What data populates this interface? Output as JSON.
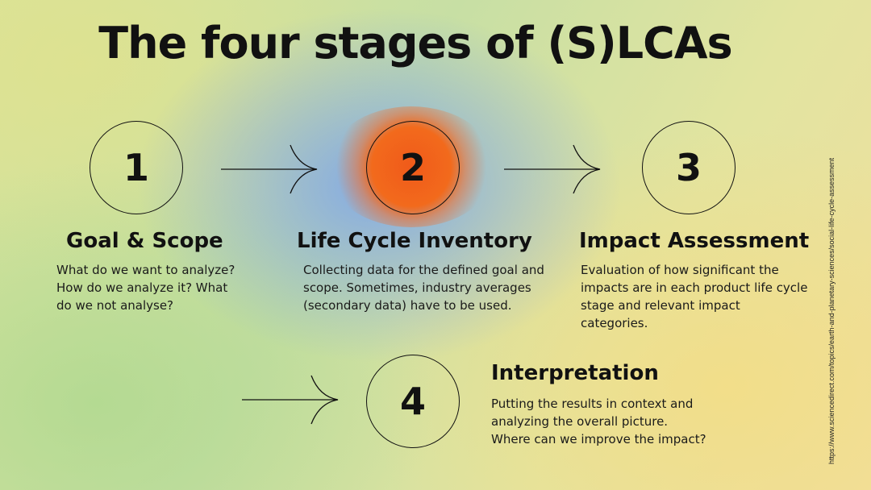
{
  "title": "The four stages of (S)LCAs",
  "stages": [
    {
      "number": "1",
      "title": "Goal & Scope",
      "description": "What do we want to analyze? How do we analyze it? What do we not analyse?"
    },
    {
      "number": "2",
      "title": "Life Cycle Inventory",
      "description": "Collecting data for the defined goal and scope. Sometimes, industry averages (secondary data) have to be used.",
      "highlight_color": "#f26a1c"
    },
    {
      "number": "3",
      "title": "Impact Assessment",
      "description": "Evaluation of how significant the impacts are in each product life cycle stage and relevant impact categories."
    },
    {
      "number": "4",
      "title": "Interpretation",
      "description": "Putting the results in context and analyzing the overall picture. Where can we improve the impact?"
    }
  ],
  "source_url": "https://www.sciencedirect.com/topics/earth-and-planetary-sciences/social-life-cycle-assessment"
}
